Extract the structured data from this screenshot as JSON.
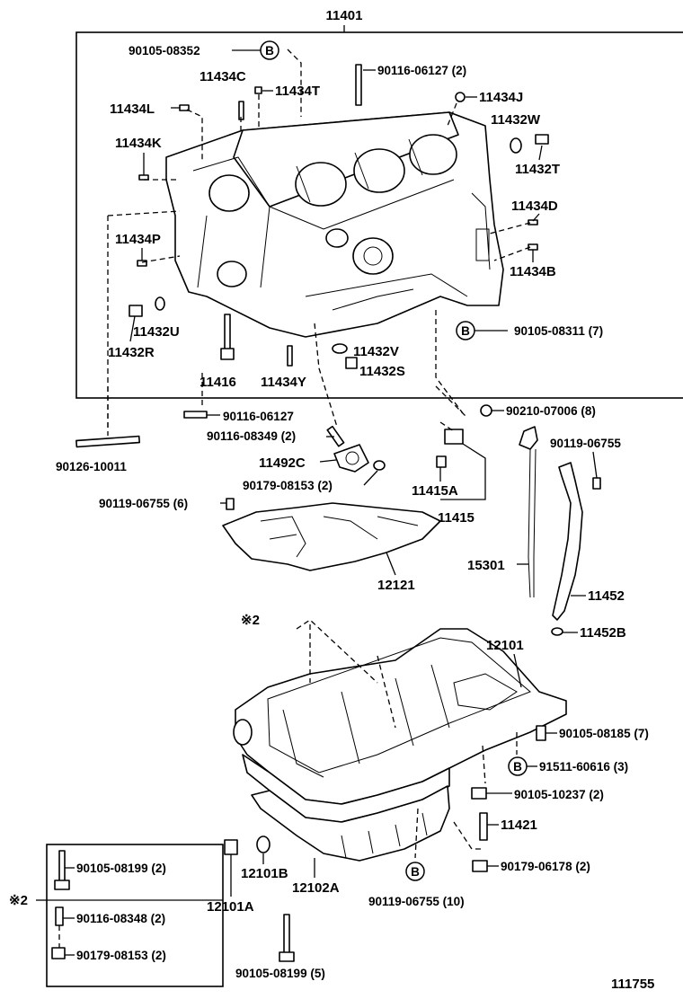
{
  "diagram": {
    "main_title": "11401",
    "figure_id": "111755",
    "circle_b": "B",
    "mark_x2": "※2",
    "labels": {
      "l90105_08352": "90105-08352",
      "l11434C": "11434C",
      "l11434T": "11434T",
      "l90116_06127_2": "90116-06127 (2)",
      "l11434L": "11434L",
      "l11434J": "11434J",
      "l11432W": "11432W",
      "l11434K": "11434K",
      "l11432T": "11432T",
      "l11434D": "11434D",
      "l11434P": "11434P",
      "l11434B": "11434B",
      "l11432U": "11432U",
      "l11432R": "11432R",
      "l90105_08311_7": "90105-08311 (7)",
      "l11432V": "11432V",
      "l11432S": "11432S",
      "l11416": "11416",
      "l11434Y": "11434Y",
      "l90116_06127": "90116-06127",
      "l90210_07006_8": "90210-07006 (8)",
      "l90116_08349_2": "90116-08349 (2)",
      "l90119_06755": "90119-06755",
      "l90126_10011": "90126-10011",
      "l11492C": "11492C",
      "l90179_08153_2": "90179-08153 (2)",
      "l11415A": "11415A",
      "l90119_06755_6": "90119-06755 (6)",
      "l11415": "11415",
      "l15301": "15301",
      "l11452": "11452",
      "l12121": "12121",
      "l11452B": "11452B",
      "l12101": "12101",
      "l90105_08185_7": "90105-08185 (7)",
      "l91511_60616_3": "91511-60616 (3)",
      "l90105_10237_2": "90105-10237 (2)",
      "l11421": "11421",
      "l90105_08199_2": "90105-08199 (2)",
      "l12101B": "12101B",
      "l90179_06178_2": "90179-06178 (2)",
      "l12102A": "12102A",
      "l12101A": "12101A",
      "l90119_06755_10": "90119-06755 (10)",
      "l90116_08348_2": "90116-08348 (2)",
      "l90179_08153_2b": "90179-08153 (2)",
      "l90105_08199_5": "90105-08199 (5)"
    }
  }
}
